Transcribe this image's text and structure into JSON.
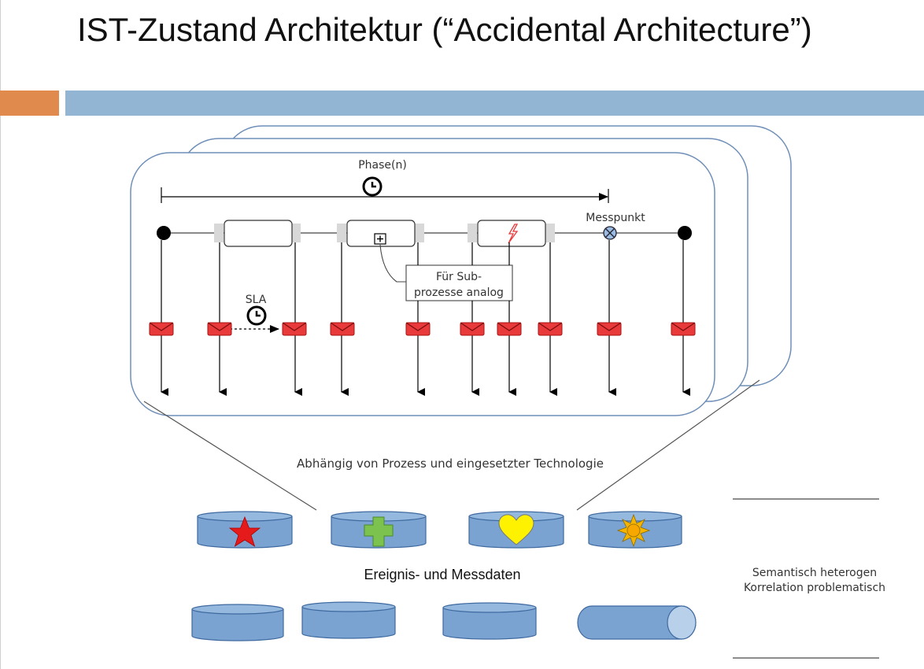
{
  "header": {
    "title": "IST-Zustand Architektur (“Accidental Architecture”)"
  },
  "diagram": {
    "phase_label": "Phase(n)",
    "messpunkt_label": "Messpunkt",
    "sla_label": "SLA",
    "subprocess_note_line1": "Für Sub-",
    "subprocess_note_line2": "prozesse analog",
    "dependency_text": "Abhängig von Prozess und eingesetzter Technologie",
    "data_label": "Ereignis- und Messdaten",
    "semantic_line1": "Semantisch heterogen",
    "semantic_line2": "Korrelation problematisch"
  },
  "colors": {
    "accent_orange": "#e08a4e",
    "accent_blue": "#93b5d4",
    "panel_border": "#6f8fb8",
    "store_fill": "#7ba3d2",
    "message_red": "#e83a3a"
  },
  "icons": {
    "clock": "clock-icon",
    "message": "envelope-icon",
    "measure_point": "measure-point-icon",
    "star": "star-icon",
    "cross": "cross-icon",
    "heart": "heart-icon",
    "sun": "sun-icon",
    "lightning": "lightning-icon"
  }
}
